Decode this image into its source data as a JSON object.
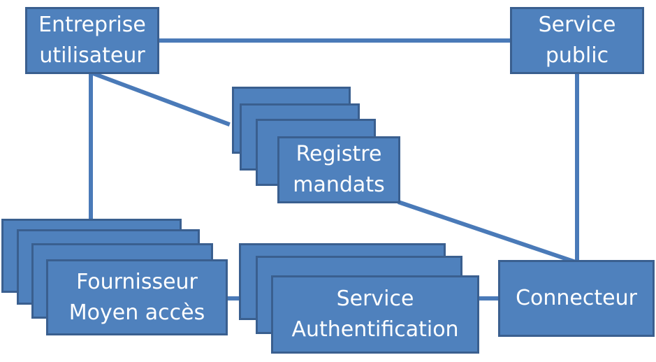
{
  "colors": {
    "box_fill": "#4f81bd",
    "box_border": "#3a5f8f",
    "connector_line": "#4a7ab8",
    "text": "#ffffff"
  },
  "nodes": {
    "entreprise_utilisateur": {
      "line1": "Entreprise",
      "line2": "utilisateur"
    },
    "service_public": {
      "line1": "Service",
      "line2": "public"
    },
    "registre_mandats": {
      "line1": "Registre",
      "line2": "mandats"
    },
    "fournisseur_moyen_acces": {
      "line1": "Fournisseur",
      "line2": "Moyen accès"
    },
    "service_authentification": {
      "line1": "Service",
      "line2": "Authentification"
    },
    "connecteur": {
      "line1": "Connecteur"
    }
  },
  "edges": [
    {
      "from": "Entreprise utilisateur",
      "to": "Service public"
    },
    {
      "from": "Entreprise utilisateur",
      "to": "Registre mandats"
    },
    {
      "from": "Entreprise utilisateur",
      "to": "Fournisseur Moyen accès"
    },
    {
      "from": "Service public",
      "to": "Connecteur"
    },
    {
      "from": "Registre mandats",
      "to": "Connecteur"
    },
    {
      "from": "Fournisseur Moyen accès",
      "to": "Service Authentification"
    },
    {
      "from": "Service Authentification",
      "to": "Connecteur"
    }
  ]
}
